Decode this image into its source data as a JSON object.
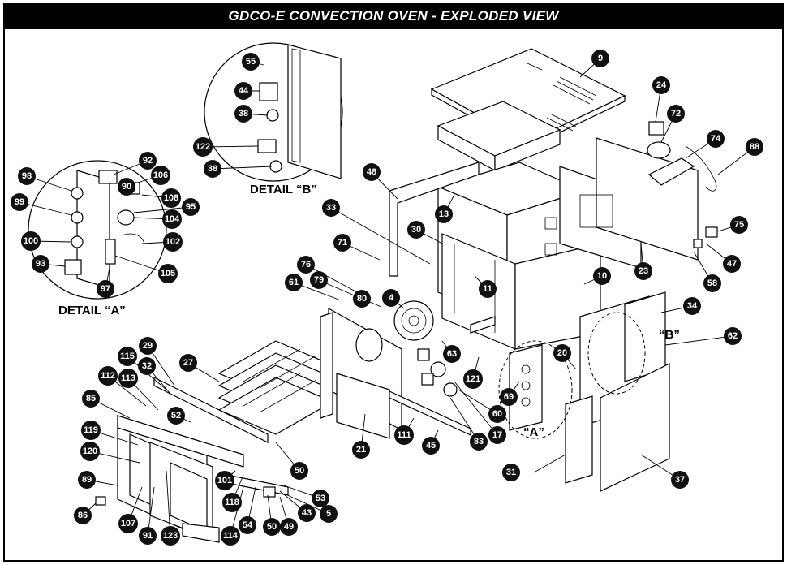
{
  "title": "GDCO-E CONVECTION OVEN  -  EXPLODED VIEW",
  "detail_a_label": "DETAIL “A”",
  "detail_b_label": "DETAIL “B”",
  "ref_a": "“A”",
  "ref_b": "“B”",
  "callouts": [
    "9",
    "24",
    "72",
    "74",
    "88",
    "48",
    "13",
    "33",
    "30",
    "75",
    "47",
    "58",
    "71",
    "76",
    "61",
    "79",
    "80",
    "4",
    "11",
    "10",
    "23",
    "34",
    "62",
    "63",
    "121",
    "69",
    "20",
    "29",
    "115",
    "27",
    "32",
    "112",
    "113",
    "85",
    "52",
    "119",
    "120",
    "89",
    "86",
    "107",
    "91",
    "123",
    "114",
    "54",
    "50",
    "49",
    "118",
    "101",
    "53",
    "43",
    "5",
    "50",
    "21",
    "111",
    "45",
    "83",
    "17",
    "60",
    "31",
    "37",
    "55",
    "44",
    "38",
    "122",
    "38",
    "92",
    "98",
    "106",
    "99",
    "90",
    "108",
    "95",
    "104",
    "100",
    "102",
    "93",
    "105",
    "97"
  ]
}
